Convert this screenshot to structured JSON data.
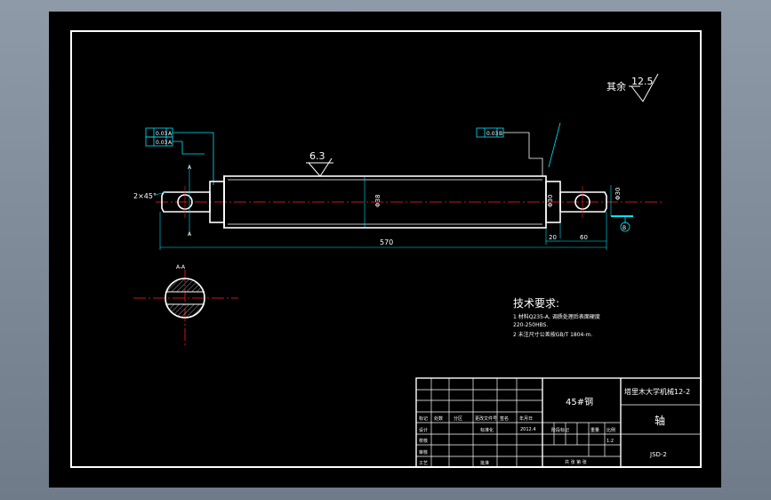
{
  "drawing": {
    "roughness_other_label": "其余",
    "roughness_other_value": "12.5",
    "roughness_main_value": "6.3",
    "tol_left": [
      "0.03",
      "A"
    ],
    "tol_left2": [
      "0.03",
      "A"
    ],
    "tol_right": [
      "0.03",
      "B"
    ],
    "chamfer": "2×45°",
    "dim_total": "570",
    "dim_20": "20",
    "dim_60": "60",
    "dia_main": "Φ38",
    "dia_30": "Φ30",
    "dia_right": "Φ30",
    "section_label": "A-A",
    "datum_label": "B"
  },
  "tech": {
    "title": "技术要求:",
    "line1": "1 材料Q235-A, 调质处理后表面硬度",
    "line1b": "220-250HBS.",
    "line2": "2 未注尺寸公差按GB/T 1804-m."
  },
  "title_block": {
    "material": "45#钢",
    "school": "塔里木大学机械12-2",
    "part_name": "轴",
    "drawing_no": "JSD-2",
    "row_labels": [
      "标记",
      "设计",
      "校核",
      "审核",
      "工艺"
    ],
    "row_cols": [
      "处数",
      "分区",
      "更改文件号",
      "签名",
      "年月日"
    ],
    "stage_label": "阶段标记",
    "weight_label": "重量",
    "scale_label": "比例",
    "scale_value": "1:2",
    "sheet_label": "共 张 第 张",
    "std_label": "标准化",
    "approve_label": "批准",
    "date_cell": "2012.4"
  }
}
